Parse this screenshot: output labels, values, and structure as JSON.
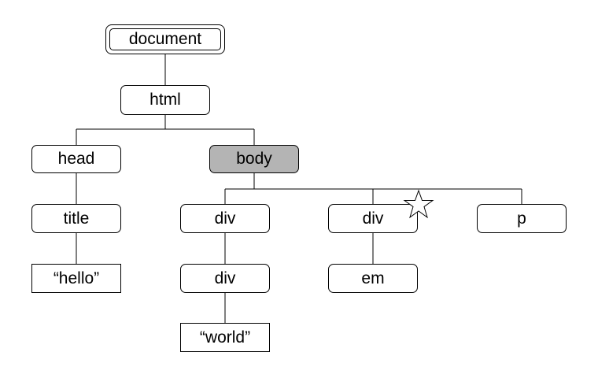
{
  "colors": {
    "line": "#000000",
    "node_fill": "#ffffff",
    "highlight_fill": "#b4b4b4"
  },
  "nodes": {
    "document": "document",
    "html": "html",
    "head": "head",
    "body": "body",
    "title": "title",
    "hello": "“hello”",
    "div1": "div",
    "div_nested": "div",
    "world": "“world”",
    "div2": "div",
    "em": "em",
    "p": "p"
  },
  "highlighted_node": "body",
  "marked_node": "div2",
  "marker_icon": "star-icon"
}
